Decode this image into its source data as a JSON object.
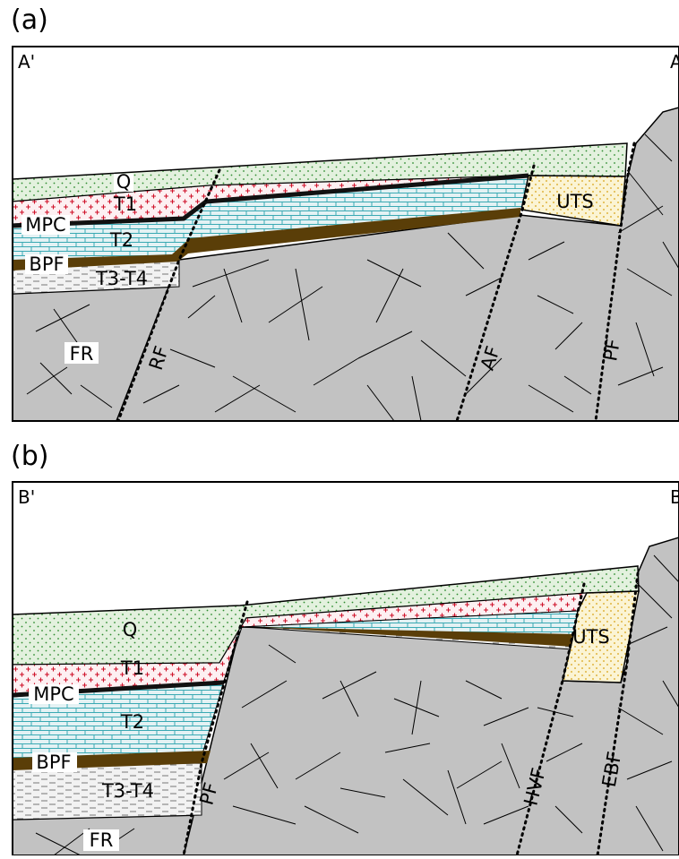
{
  "panels": [
    {
      "letter": "(a)",
      "corner_left": "A'",
      "corner_right": "A",
      "units": {
        "Q": "Q",
        "T1": "T1",
        "MPC": "MPC",
        "T2": "T2",
        "BPF": "BPF",
        "T3T4": "T3-T4",
        "FR": "FR",
        "UTS": "UTS"
      },
      "faults": {
        "f1": "RF",
        "f2": "AF",
        "f3": "PF"
      }
    },
    {
      "letter": "(b)",
      "corner_left": "B'",
      "corner_right": "B",
      "units": {
        "Q": "Q",
        "T1": "T1",
        "MPC": "MPC",
        "T2": "T2",
        "BPF": "BPF",
        "T3T4": "T3-T4",
        "FR": "FR",
        "UTS": "UTS"
      },
      "faults": {
        "f1": "PF",
        "f2": "HVF",
        "f3": "EBF"
      }
    }
  ],
  "colors": {
    "quaternary": "#e3f1de",
    "quaternary_dot": "#2e8b2e",
    "t1_fill": "#fdf0f2",
    "t1_plus": "#d0122a",
    "t2_fill": "#e4f2f4",
    "t2_brick": "#3aa9b3",
    "t34_fill": "#f2f2f2",
    "t34_dash": "#777777",
    "basement": "#c2c2c2",
    "uts_fill": "#fbf4d4",
    "uts_dot": "#d8a213",
    "bpf": "#5a3e08",
    "mpc": "#111111"
  }
}
